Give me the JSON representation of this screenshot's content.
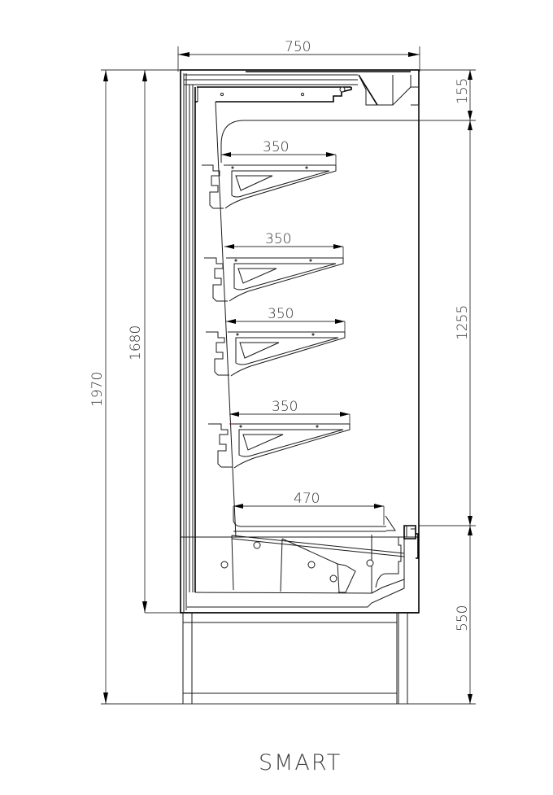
{
  "drawing": {
    "title": "SMART",
    "view": "side elevation",
    "line_color": "#1a1a1a",
    "accent_color": "#c0202a"
  },
  "dimensions": {
    "overall_depth": "750",
    "total_height": "1970",
    "cabinet_height": "1680",
    "canopy_height": "155",
    "display_opening_height": "1255",
    "base_height": "550",
    "shelves": [
      {
        "index": 1,
        "depth": "350"
      },
      {
        "index": 2,
        "depth": "350"
      },
      {
        "index": 3,
        "depth": "350"
      },
      {
        "index": 4,
        "depth": "350"
      }
    ],
    "bottom_deck_depth": "470"
  }
}
